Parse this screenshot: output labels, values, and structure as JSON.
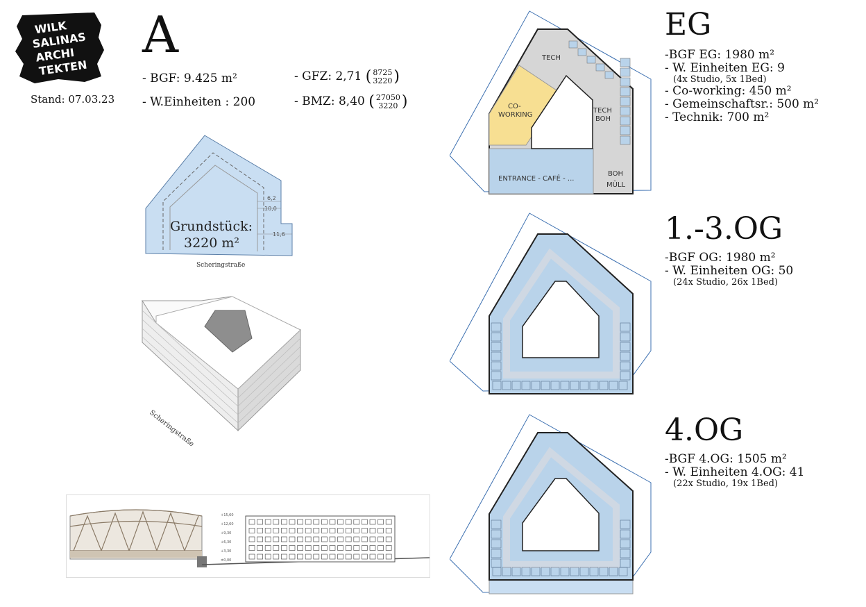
{
  "logo": {
    "lines": [
      "WILK",
      "SALINAS",
      "ARCHI",
      "TEKTEN"
    ]
  },
  "stand": "Stand: 07.03.23",
  "variant": "A",
  "stats": {
    "bgf": "- BGF: 9.425 m²",
    "we": "- W.Einheiten : 200",
    "gfz_label": "- GFZ: 2,71",
    "gfz_num": "8725",
    "gfz_den": "3220",
    "bmz_label": "- BMZ: 8,40",
    "bmz_num": "27050",
    "bmz_den": "3220"
  },
  "site": {
    "label_line1": "Grundstück:",
    "label_line2": "3220 m²",
    "street": "Scheringstraße",
    "dims": [
      "6,2",
      "10,0",
      "11,6"
    ]
  },
  "axo": {
    "street": "Scheringstraße"
  },
  "elevation": {
    "levels": [
      "+15,60",
      "+12,60",
      "+9,30",
      "+6,30",
      "+3,30",
      "±0,00"
    ]
  },
  "floors": [
    {
      "title": "EG",
      "items": [
        "-BGF EG: 1980 m²",
        "- W. Einheiten EG: 9"
      ],
      "note": "(4x Studio, 5x 1Bed)",
      "items2": [
        "- Co-working: 450 m²",
        "- Gemeinschaftsr.: 500 m²",
        "- Technik: 700 m²"
      ],
      "rooms": {
        "tech1": "TECH",
        "cowork1": "CO-",
        "cowork2": "WORKING",
        "tech2": "TECH",
        "boh1": "BOH",
        "entrance": "ENTRANCE - CAFÉ - ...",
        "boh2": "BOH",
        "muell": "MÜLL"
      }
    },
    {
      "title": "1.-3.OG",
      "items": [
        "-BGF OG: 1980 m²",
        "- W. Einheiten OG: 50"
      ],
      "note": "(24x Studio, 26x 1Bed)"
    },
    {
      "title": "4.OG",
      "items": [
        "-BGF 4.OG: 1505 m²",
        "- W. Einheiten 4.OG: 41"
      ],
      "note": "(22x Studio, 19x 1Bed)"
    }
  ],
  "colors": {
    "plan_blue": "#b9d3ea",
    "cowork_yellow": "#f7df92",
    "tech_grey": "#d6d6d6",
    "site_blue": "#c9def2",
    "logo_black": "#111111"
  }
}
